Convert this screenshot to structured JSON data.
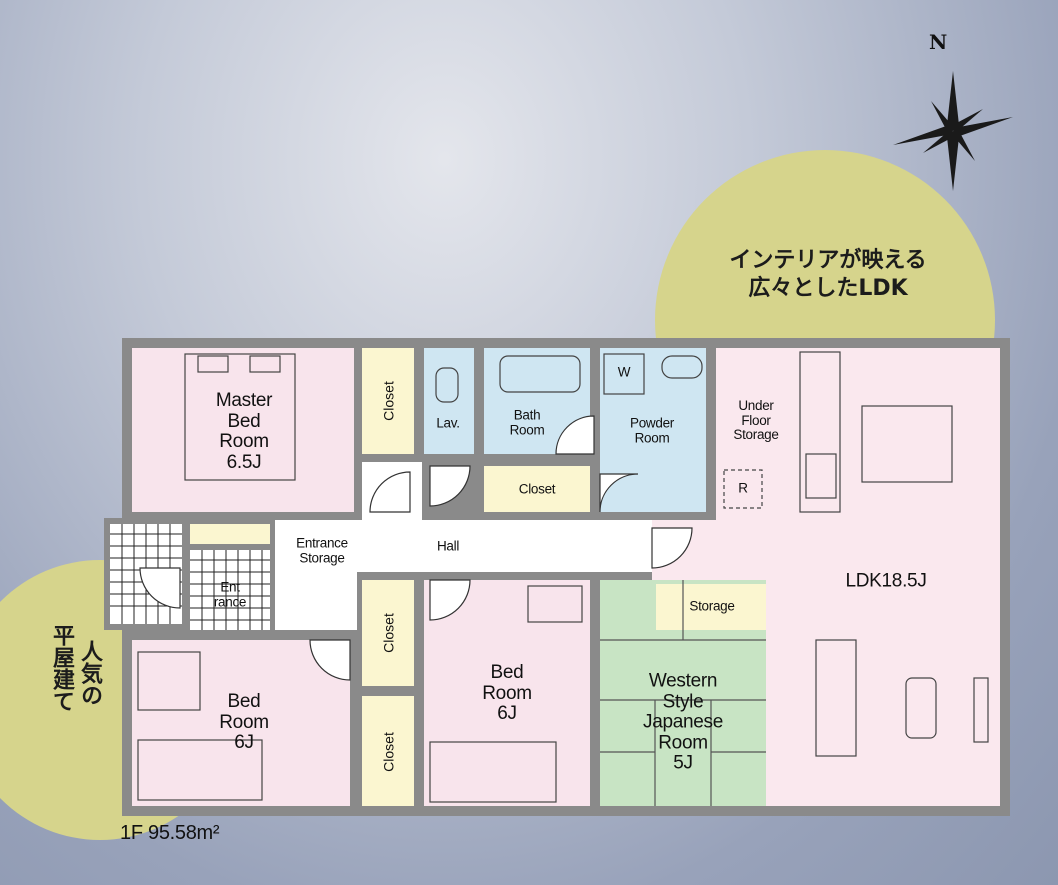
{
  "compass": {
    "north_label": "N"
  },
  "captions": {
    "top_line1": "インテリアが映える",
    "top_line2": "広々としたLDK",
    "left_col1": "人気の",
    "left_col2": "平屋建て"
  },
  "floor": {
    "area_label": "1F  95.58m²"
  },
  "rooms": {
    "master_bed": "Master\nBed\nRoom\n6.5J",
    "closet_master": "Closet",
    "lav": "Lav.",
    "bath": "Bath\nRoom",
    "powder": "Powder\nRoom",
    "washer_mark": "W",
    "under_floor": "Under\nFloor\nStorage",
    "fridge_mark": "R",
    "closet_hall": "Closet",
    "entrance_storage": "Entrance\nStorage",
    "hall": "Hall",
    "entrance": "Ent\nrance",
    "ldk": "LDK18.5J",
    "storage": "Storage",
    "western_japanese": "Western\nStyle\nJapanese\nRoom\n5J",
    "bed_center": "Bed\nRoom\n6J",
    "closet_center_top": "Closet",
    "closet_center_bottom": "Closet",
    "bed_left": "Bed\nRoom\n6J"
  },
  "colors": {
    "wall": "#8a8a8a",
    "bedroom": "#f8e4ec",
    "closet": "#fbf6d0",
    "wet_area": "#cfe6f2",
    "ldk": "#fae8ee",
    "tatami": "#c8e4c4",
    "hall": "#ffffff",
    "highlight_circle": "#d6d48c"
  }
}
